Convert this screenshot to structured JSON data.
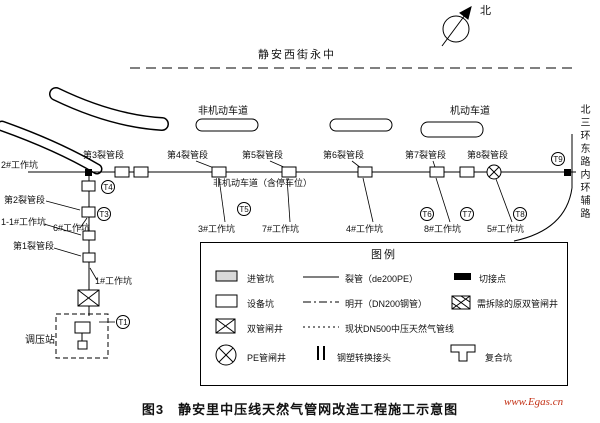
{
  "compass": {
    "north": "北"
  },
  "streets": {
    "top": "静安西街永中",
    "right_vertical": "北三环东路内环辅路",
    "nonmotor_top": "非机动车道",
    "motor_top": "机动车道",
    "nonmotor_parking": "非机动车道（含停车位）"
  },
  "segments": {
    "s1": "第1裂管段",
    "s2": "第2裂管段",
    "s3": "第3裂管段",
    "s4": "第4裂管段",
    "s5": "第5裂管段",
    "s6": "第6裂管段",
    "s7": "第7裂管段",
    "s8": "第8裂管段"
  },
  "pits": {
    "p1": "1#工作坑",
    "p1_1": "1-1#工作坑",
    "p2": "2#工作坑",
    "p3": "3#工作坑",
    "p4": "4#工作坑",
    "p5": "5#工作坑",
    "p6": "6#工作坑",
    "p7": "7#工作坑",
    "p8": "8#工作坑"
  },
  "station": "调压站",
  "markers": {
    "t1": "T1",
    "t3": "T3",
    "t4": "T4",
    "t5": "T5",
    "t6": "T6",
    "t7": "T7",
    "t8": "T8",
    "t9": "T9"
  },
  "legend": {
    "title": "图例",
    "items": {
      "inlet_pit": "进管坑",
      "equip_pit": "设备坑",
      "double_valve_well": "双管闸井",
      "pe_valve_well": "PE管闸井",
      "crack_pipe": "裂管（de200PE）",
      "open_cut": "明开（DN200钢管）",
      "existing_line": "现状DN500中压天然气管线",
      "joint": "钢塑转换接头",
      "cut_point": "切接点",
      "remove_well": "需拆除的原双管闸井",
      "composite_pit": "复合坑"
    }
  },
  "caption": "图3　静安里中压线天然气管网改造工程施工示意图",
  "watermark": "www.Egas.cn"
}
